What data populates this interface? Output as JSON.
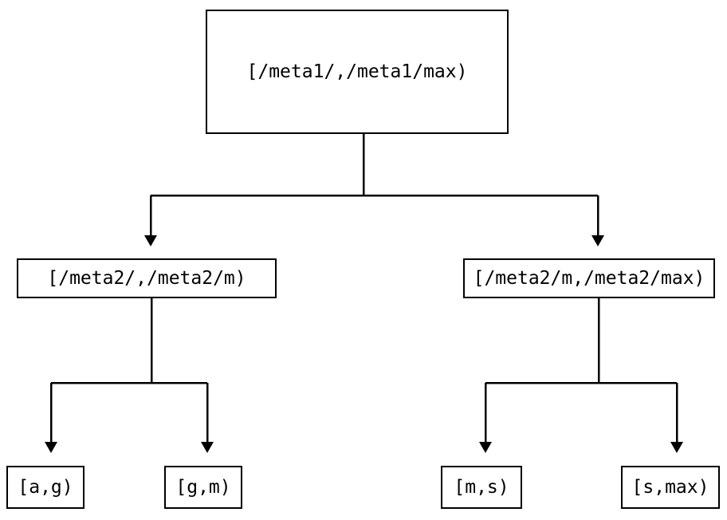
{
  "diagram": {
    "type": "tree",
    "title": "",
    "orientation": "top-down",
    "line_color": "#000000",
    "background_color": "#ffffff",
    "text_color": "#000000",
    "nodes": {
      "root": {
        "label": "[/meta1/,/meta1/max)"
      },
      "level2": [
        {
          "label": "[/meta2/,/meta2/m)"
        },
        {
          "label": "[/meta2/m,/meta2/max)"
        }
      ],
      "leaves": [
        {
          "label": "[a,g)"
        },
        {
          "label": "[g,m)"
        },
        {
          "label": "[m,s)"
        },
        {
          "label": "[s,max)"
        }
      ]
    }
  }
}
